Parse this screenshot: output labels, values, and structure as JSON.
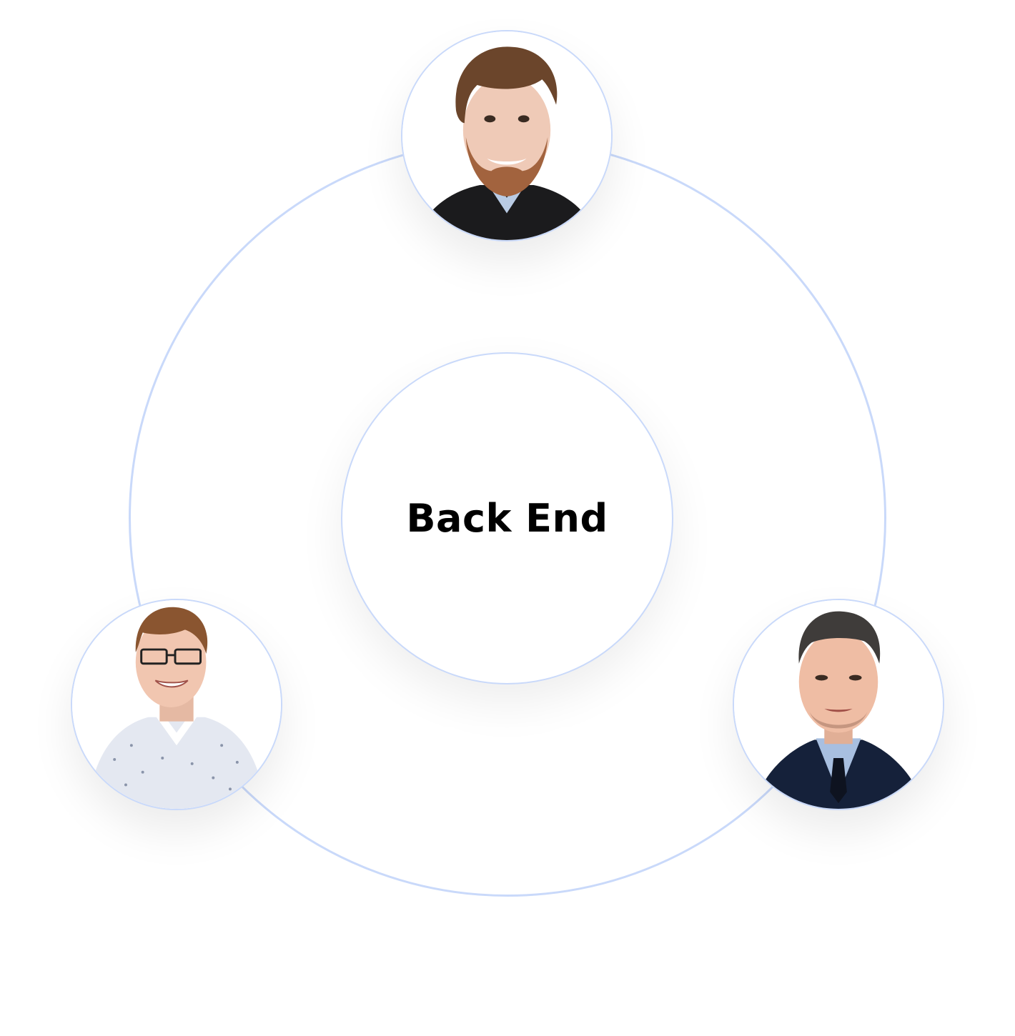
{
  "diagram": {
    "center_label": "Back End",
    "members": [
      {
        "id": "member-top",
        "icon": "person-avatar-icon"
      },
      {
        "id": "member-left",
        "icon": "person-avatar-icon"
      },
      {
        "id": "member-right",
        "icon": "person-avatar-icon"
      }
    ]
  },
  "colors": {
    "orbit_stroke": "#c9d9fa",
    "background": "#ffffff",
    "label": "#000000"
  }
}
